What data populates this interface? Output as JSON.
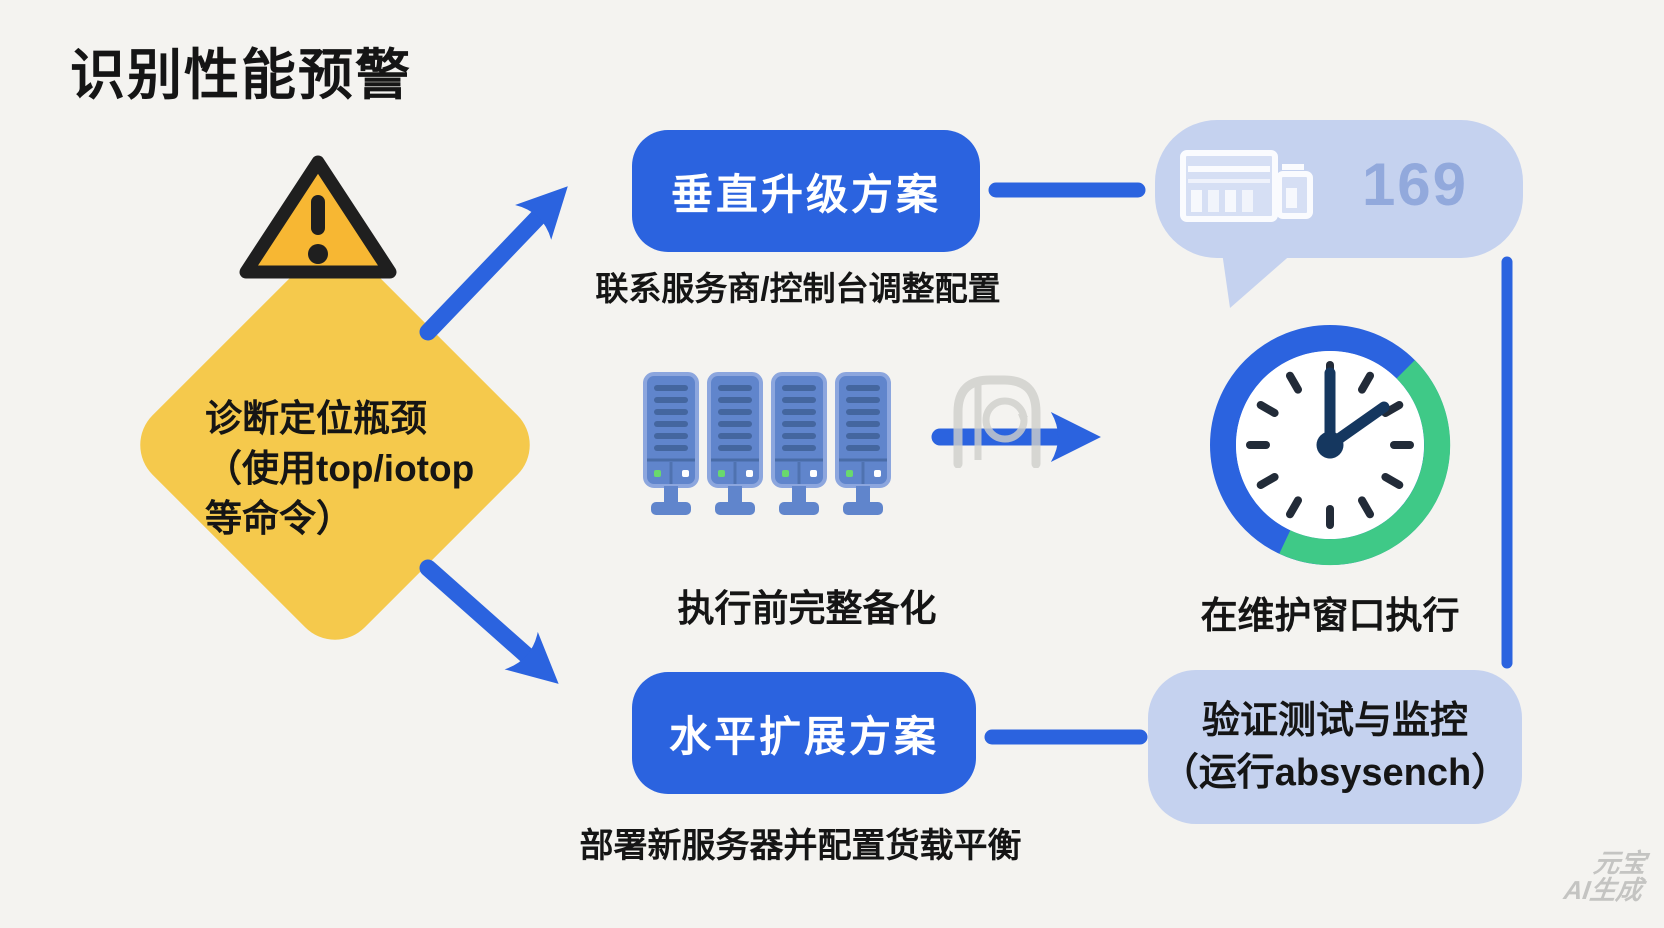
{
  "title": "识别性能预警",
  "colors": {
    "bg": "#F4F3F0",
    "blue": "#2B63DF",
    "bubble": "#C5D2EF",
    "bubble-text": "#92A9DC",
    "yellow": "#F5C94C",
    "triangle": "#F7B733",
    "triangle-border": "#1F1F1F",
    "green": "#3FC987",
    "server": "#6085CC",
    "server-border": "#8CA6DE",
    "server-slat": "#44669F",
    "clock-hand": "#15375F",
    "ink": "#151515",
    "gray-icon": "#CFCFCB",
    "watermark": "#C4C4C2"
  },
  "diamond": {
    "lines": [
      "诊断定位瓶颈",
      "（使用top/iotop",
      "等命令）"
    ]
  },
  "branch_top": {
    "button": "垂直升级方案",
    "caption": "联系服务商/控制台调整配置"
  },
  "branch_bottom": {
    "button": "水平扩展方案",
    "caption": "部署新服务器并配置货载平衡"
  },
  "backup": {
    "caption": "执行前完整备化"
  },
  "maintenance": {
    "caption": "在维护窗口执行"
  },
  "bubble_top": {
    "value": "169"
  },
  "bubble_bottom": {
    "lines": [
      "验证测试与监控",
      "（运行absysench）"
    ]
  },
  "watermark": {
    "lines": [
      "元宝",
      "AI生成"
    ]
  },
  "icons": {
    "warning": "warning-triangle-icon",
    "servers": "server-rack-icon",
    "backup": "backup-archive-icon",
    "clock": "clock-icon",
    "report": "spreadsheet-report-icon"
  }
}
